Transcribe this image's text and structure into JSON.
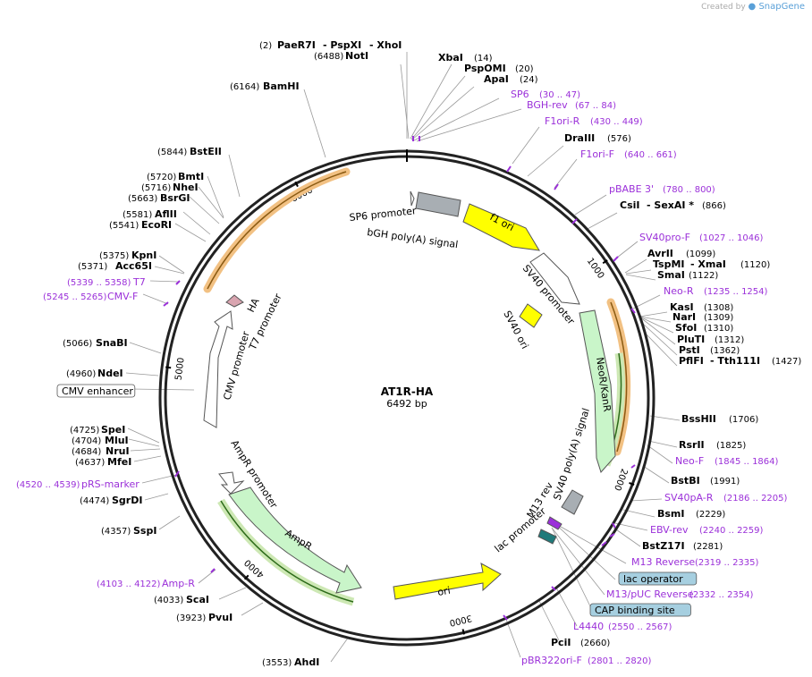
{
  "credit": {
    "prefix": "Created by",
    "brand": "SnapGene"
  },
  "plasmid": {
    "name": "AT1R-HA",
    "size": "6492 bp"
  },
  "ticks": [
    {
      "bp": "1000",
      "angle": 55.5
    },
    {
      "bp": "2000",
      "angle": 110.9
    },
    {
      "bp": "3000",
      "angle": 166.4
    },
    {
      "bp": "4000",
      "angle": 221.8
    },
    {
      "bp": "5000",
      "angle": 277.3
    },
    {
      "bp": "6000",
      "angle": 332.7
    }
  ],
  "features": [
    {
      "name": "SP6 promoter",
      "label": "SP6 promoter"
    },
    {
      "name": "bGH poly(A) signal",
      "label": "bGH poly(A) signal"
    },
    {
      "name": "f1 ori",
      "label": "f1 ori"
    },
    {
      "name": "SV40 promoter",
      "label": "SV40 promoter"
    },
    {
      "name": "SV40 ori",
      "label": "SV40 ori"
    },
    {
      "name": "NeoR/KanR",
      "label": "NeoR/KanR"
    },
    {
      "name": "SV40 poly(A) signal",
      "label": "SV40 poly(A) signal"
    },
    {
      "name": "M13 rev",
      "label": "M13 rev"
    },
    {
      "name": "lac promoter",
      "label": "lac promoter"
    },
    {
      "name": "ori",
      "label": "ori"
    },
    {
      "name": "AmpR",
      "label": "AmpR"
    },
    {
      "name": "AmpR promoter",
      "label": "AmpR promoter"
    },
    {
      "name": "CMV promoter",
      "label": "CMV promoter"
    },
    {
      "name": "T7 promoter",
      "label": "T7 promoter"
    },
    {
      "name": "HA",
      "label": "HA"
    }
  ],
  "labels": [
    {
      "text": "(2)",
      "style": "n"
    },
    {
      "text": "PaeR7I",
      "style": "b"
    },
    {
      "text": "- PspXI",
      "style": "b"
    },
    {
      "text": "- XhoI",
      "style": "b"
    },
    {
      "text": "(6488)",
      "style": "n"
    },
    {
      "text": "NotI",
      "style": "b"
    },
    {
      "text": "XbaI",
      "style": "b"
    },
    {
      "text": "(14)",
      "style": "n"
    },
    {
      "text": "PspOMI",
      "style": "b"
    },
    {
      "text": "(20)",
      "style": "n"
    },
    {
      "text": "ApaI",
      "style": "b"
    },
    {
      "text": "(24)",
      "style": "n"
    },
    {
      "text": "SP6",
      "style": "p"
    },
    {
      "text": "(30 .. 47)",
      "style": "pn"
    },
    {
      "text": "BGH-rev",
      "style": "p"
    },
    {
      "text": "(67 .. 84)",
      "style": "pn"
    },
    {
      "text": "F1ori-R",
      "style": "p"
    },
    {
      "text": "(430 .. 449)",
      "style": "pn"
    },
    {
      "text": "DraIII",
      "style": "b"
    },
    {
      "text": "(576)",
      "style": "n"
    },
    {
      "text": "F1ori-F",
      "style": "p"
    },
    {
      "text": "(640 .. 661)",
      "style": "pn"
    },
    {
      "text": "pBABE 3'",
      "style": "p"
    },
    {
      "text": "(780 .. 800)",
      "style": "pn"
    },
    {
      "text": "CsiI",
      "style": "b"
    },
    {
      "text": "- SexAI *",
      "style": "b"
    },
    {
      "text": "(866)",
      "style": "n"
    },
    {
      "text": "SV40pro-F",
      "style": "p"
    },
    {
      "text": "(1027 .. 1046)",
      "style": "pn"
    },
    {
      "text": "AvrII",
      "style": "b"
    },
    {
      "text": "(1099)",
      "style": "n"
    },
    {
      "text": "TspMI",
      "style": "b"
    },
    {
      "text": "- XmaI",
      "style": "b"
    },
    {
      "text": "(1120)",
      "style": "n"
    },
    {
      "text": "SmaI",
      "style": "b"
    },
    {
      "text": "(1122)",
      "style": "n"
    },
    {
      "text": "Neo-R",
      "style": "p"
    },
    {
      "text": "(1235 .. 1254)",
      "style": "pn"
    },
    {
      "text": "KasI",
      "style": "b"
    },
    {
      "text": "(1308)",
      "style": "n"
    },
    {
      "text": "NarI",
      "style": "b"
    },
    {
      "text": "(1309)",
      "style": "n"
    },
    {
      "text": "SfoI",
      "style": "b"
    },
    {
      "text": "(1310)",
      "style": "n"
    },
    {
      "text": "PluTI",
      "style": "b"
    },
    {
      "text": "(1312)",
      "style": "n"
    },
    {
      "text": "PstI",
      "style": "b"
    },
    {
      "text": "(1362)",
      "style": "n"
    },
    {
      "text": "PflFI",
      "style": "b"
    },
    {
      "text": "- Tth111I",
      "style": "b"
    },
    {
      "text": "(1427)",
      "style": "n"
    },
    {
      "text": "BssHII",
      "style": "b"
    },
    {
      "text": "(1706)",
      "style": "n"
    },
    {
      "text": "RsrII",
      "style": "b"
    },
    {
      "text": "(1825)",
      "style": "n"
    },
    {
      "text": "Neo-F",
      "style": "p"
    },
    {
      "text": "(1845 .. 1864)",
      "style": "pn"
    },
    {
      "text": "BstBI",
      "style": "b"
    },
    {
      "text": "(1991)",
      "style": "n"
    },
    {
      "text": "SV40pA-R",
      "style": "p"
    },
    {
      "text": "(2186 .. 2205)",
      "style": "pn"
    },
    {
      "text": "BsmI",
      "style": "b"
    },
    {
      "text": "(2229)",
      "style": "n"
    },
    {
      "text": "EBV-rev",
      "style": "p"
    },
    {
      "text": "(2240 .. 2259)",
      "style": "pn"
    },
    {
      "text": "BstZ17I",
      "style": "b"
    },
    {
      "text": "(2281)",
      "style": "n"
    },
    {
      "text": "M13 Reverse",
      "style": "p"
    },
    {
      "text": "(2319 .. 2335)",
      "style": "pn"
    },
    {
      "text": "lac operator",
      "style": "box"
    },
    {
      "text": "M13/pUC Reverse",
      "style": "p"
    },
    {
      "text": "(2332 .. 2354)",
      "style": "pn"
    },
    {
      "text": "CAP binding site",
      "style": "box"
    },
    {
      "text": "L4440",
      "style": "p"
    },
    {
      "text": "(2550 .. 2567)",
      "style": "pn"
    },
    {
      "text": "PciI",
      "style": "b"
    },
    {
      "text": "(2660)",
      "style": "n"
    },
    {
      "text": "pBR322ori-F",
      "style": "p"
    },
    {
      "text": "(2801 .. 2820)",
      "style": "pn"
    },
    {
      "text": "(3553)",
      "style": "n"
    },
    {
      "text": "AhdI",
      "style": "b"
    },
    {
      "text": "(3923)",
      "style": "n"
    },
    {
      "text": "PvuI",
      "style": "b"
    },
    {
      "text": "(4033)",
      "style": "n"
    },
    {
      "text": "ScaI",
      "style": "b"
    },
    {
      "text": "(4103 .. 4122)",
      "style": "pn"
    },
    {
      "text": "Amp-R",
      "style": "p"
    },
    {
      "text": "(4357)",
      "style": "n"
    },
    {
      "text": "SspI",
      "style": "b"
    },
    {
      "text": "(4474)",
      "style": "n"
    },
    {
      "text": "SgrDI",
      "style": "b"
    },
    {
      "text": "(4520 .. 4539)",
      "style": "pn"
    },
    {
      "text": "pRS-marker",
      "style": "p"
    },
    {
      "text": "(4637)",
      "style": "n"
    },
    {
      "text": "MfeI",
      "style": "b"
    },
    {
      "text": "(4684)",
      "style": "n"
    },
    {
      "text": "NruI",
      "style": "b"
    },
    {
      "text": "(4704)",
      "style": "n"
    },
    {
      "text": "MluI",
      "style": "b"
    },
    {
      "text": "(4725)",
      "style": "n"
    },
    {
      "text": "SpeI",
      "style": "b"
    },
    {
      "text": "CMV enhancer",
      "style": "boxw"
    },
    {
      "text": "(4960)",
      "style": "n"
    },
    {
      "text": "NdeI",
      "style": "b"
    },
    {
      "text": "(5066)",
      "style": "n"
    },
    {
      "text": "SnaBI",
      "style": "b"
    },
    {
      "text": "(5245 .. 5265)",
      "style": "pn"
    },
    {
      "text": "CMV-F",
      "style": "p"
    },
    {
      "text": "(5339 .. 5358)",
      "style": "pn"
    },
    {
      "text": "T7",
      "style": "p"
    },
    {
      "text": "(5371)",
      "style": "n"
    },
    {
      "text": "Acc65I",
      "style": "b"
    },
    {
      "text": "(5375)",
      "style": "n"
    },
    {
      "text": "KpnI",
      "style": "b"
    },
    {
      "text": "(5541)",
      "style": "n"
    },
    {
      "text": "EcoRI",
      "style": "b"
    },
    {
      "text": "(5581)",
      "style": "n"
    },
    {
      "text": "AflII",
      "style": "b"
    },
    {
      "text": "(5663)",
      "style": "n"
    },
    {
      "text": "BsrGI",
      "style": "b"
    },
    {
      "text": "(5716)",
      "style": "n"
    },
    {
      "text": "NheI",
      "style": "b"
    },
    {
      "text": "(5720)",
      "style": "n"
    },
    {
      "text": "BmtI",
      "style": "b"
    },
    {
      "text": "(5844)",
      "style": "n"
    },
    {
      "text": "BstEII",
      "style": "b"
    },
    {
      "text": "(6164)",
      "style": "n"
    },
    {
      "text": "BamHI",
      "style": "b"
    }
  ]
}
